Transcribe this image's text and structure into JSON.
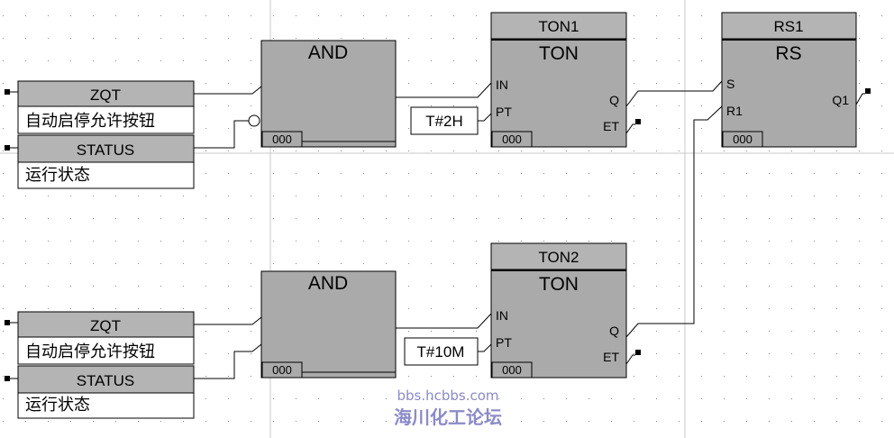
{
  "inputs_top": {
    "zqt_label": "ZQT",
    "zqt_comment": "自动启停允许按钮",
    "status_label": "STATUS",
    "status_comment": "运行状态"
  },
  "inputs_bottom": {
    "zqt_label": "ZQT",
    "zqt_comment": "自动启停允许按钮",
    "status_label": "STATUS",
    "status_comment": "运行状态"
  },
  "and_top": {
    "title": "AND",
    "counter": "000"
  },
  "and_bottom": {
    "title": "AND",
    "counter": "000"
  },
  "ton1": {
    "instance": "TON1",
    "type": "TON",
    "counter": "000",
    "pin_in": "IN",
    "pin_pt": "PT",
    "pin_q": "Q",
    "pin_et": "ET",
    "preset": "T#2H"
  },
  "ton2": {
    "instance": "TON2",
    "type": "TON",
    "counter": "000",
    "pin_in": "IN",
    "pin_pt": "PT",
    "pin_q": "Q",
    "pin_et": "ET",
    "preset": "T#10M"
  },
  "rs1": {
    "instance": "RS1",
    "type": "RS",
    "counter": "000",
    "pin_s": "S",
    "pin_r1": "R1",
    "pin_q1": "Q1"
  },
  "watermark": {
    "url": "bbs.hcbbs.com",
    "site": "海川化工论坛"
  }
}
